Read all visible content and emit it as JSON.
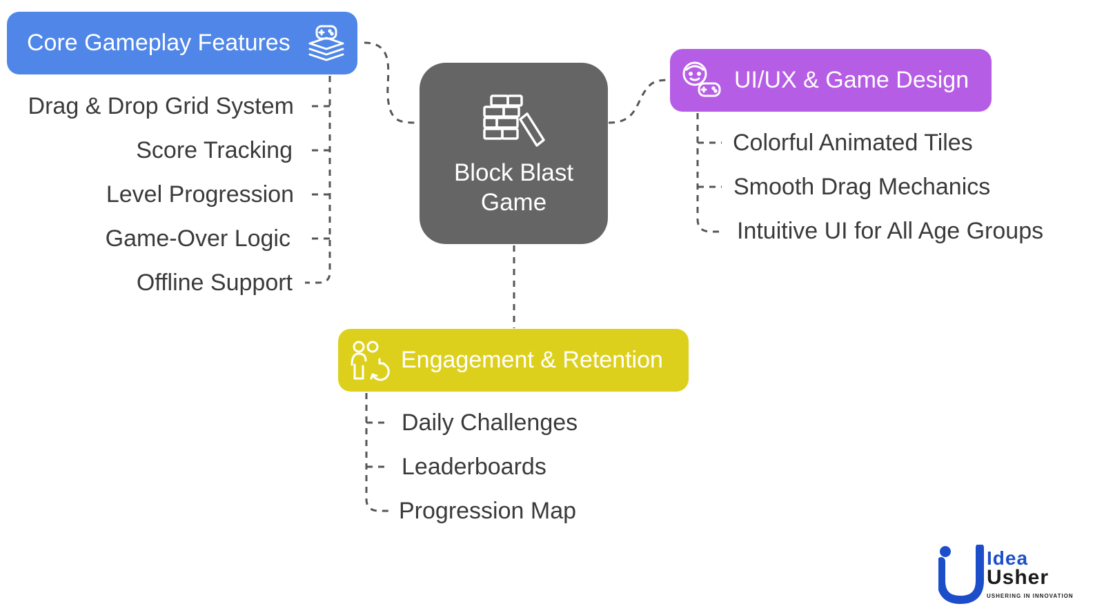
{
  "center": {
    "title_line1": "Block Blast",
    "title_line2": "Game",
    "icon": "block-tower-icon"
  },
  "branches": {
    "core": {
      "title": "Core Gameplay Features",
      "color": "#4f86e8",
      "icon": "gamepad-layers-icon",
      "items": [
        "Drag & Drop Grid System",
        "Score Tracking",
        "Level Progression",
        "Game-Over Logic",
        "Offline Support"
      ]
    },
    "uiux": {
      "title": "UI/UX & Game Design",
      "color": "#b65de6",
      "icon": "face-controller-icon",
      "items": [
        "Colorful Animated Tiles",
        "Smooth Drag Mechanics",
        "Intuitive UI for All Age Groups"
      ]
    },
    "engagement": {
      "title": "Engagement & Retention",
      "color": "#ddd01d",
      "icon": "users-refresh-icon",
      "items": [
        "Daily Challenges",
        "Leaderboards",
        "Progression Map"
      ]
    }
  },
  "logo": {
    "word1": "Idea",
    "word2": "Usher",
    "tagline": "USHERING IN INNOVATION"
  }
}
